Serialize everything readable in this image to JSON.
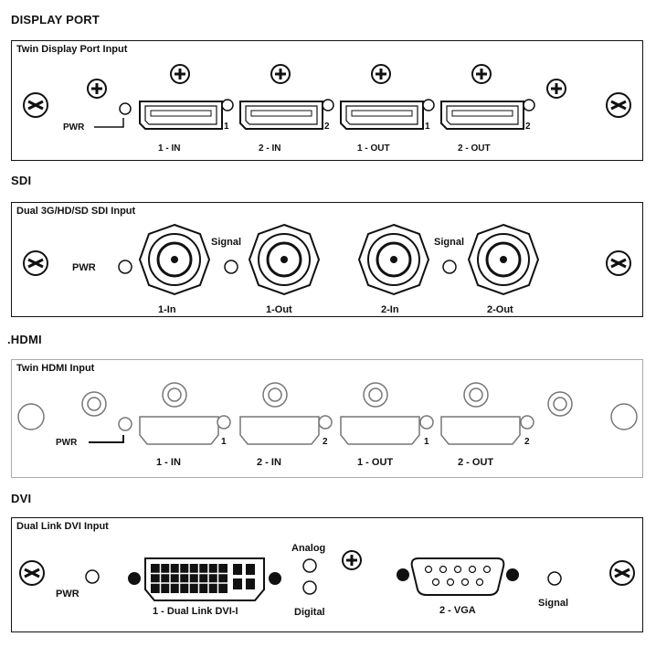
{
  "sections": {
    "displayport": {
      "title": "DISPLAY PORT",
      "panel_title": "Twin Display Port Input",
      "pwr": "PWR",
      "ports": [
        "1 - IN",
        "2 - IN",
        "1 - OUT",
        "2 - OUT"
      ],
      "led_nums": [
        "1",
        "2",
        "1",
        "2"
      ]
    },
    "sdi": {
      "title": "SDI",
      "panel_title": "Dual 3G/HD/SD SDI Input",
      "pwr": "PWR",
      "signal": "Signal",
      "ports": [
        "1-In",
        "1-Out",
        "2-In",
        "2-Out"
      ]
    },
    "hdmi": {
      "title": ".HDMI",
      "panel_title": "Twin HDMI Input",
      "pwr": "PWR",
      "ports": [
        "1 - IN",
        "2 - IN",
        "1 - OUT",
        "2 - OUT"
      ],
      "led_nums": [
        "1",
        "2",
        "1",
        "2"
      ]
    },
    "dvi": {
      "title": "DVI",
      "panel_title": "Dual Link DVI Input",
      "pwr": "PWR",
      "analog": "Analog",
      "digital": "Digital",
      "dvi_label": "1 - Dual Link DVI-I",
      "vga_label": "2 - VGA",
      "signal": "Signal"
    }
  }
}
